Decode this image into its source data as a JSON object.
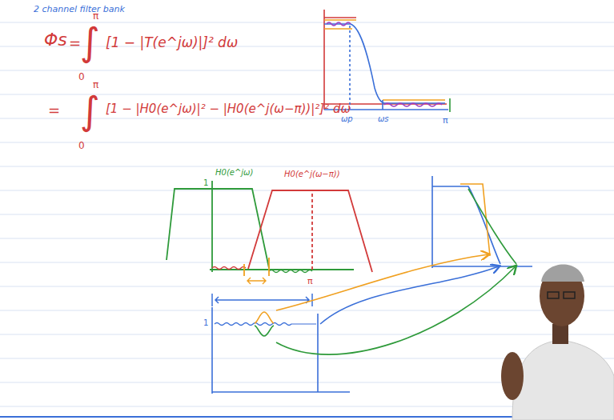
{
  "diagram": {
    "title": "2 channel filter bank",
    "labels": [
      "Φs",
      "=",
      "∫",
      "π",
      "0",
      "[1 − |T(e^jω)|]² dω",
      "=",
      "∫",
      "π",
      "0",
      "[1 − |H0(e^jω)|² − |H0(e^j(ω−π))|²]² dω",
      "ωp",
      "ωs",
      "π",
      "1",
      "H0(e^jω)",
      "H0(e^j(ω−π))",
      "π",
      "1"
    ]
  }
}
